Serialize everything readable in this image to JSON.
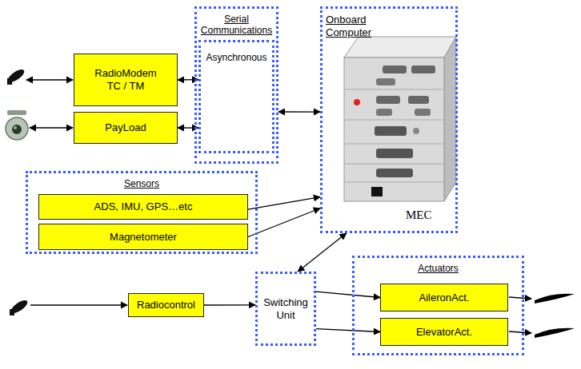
{
  "diagram": {
    "nodes": [
      {
        "text": [
          "Serial Communications"
        ]
      },
      {
        "text": [
          "Asynchronous"
        ],
        "in": 0
      },
      {
        "text": [
          "Onboard Computer",
          "MEC"
        ]
      },
      {
        "text": [
          "RadioModem TC / TM"
        ]
      },
      {
        "text": [
          "PayLoad"
        ]
      },
      {
        "text": [
          "Sensors"
        ]
      },
      {
        "text": [
          "ADS, IMU, GPS…etc"
        ],
        "in": 5
      },
      {
        "text": [
          "Magnetometer"
        ],
        "in": 5
      },
      {
        "text": [
          "Radiocontrol"
        ]
      },
      {
        "text": [
          "Switching Unit"
        ]
      },
      {
        "text": [
          "Actuators"
        ]
      },
      {
        "text": [
          "AileronAct."
        ],
        "in": 10
      },
      {
        "text": [
          "ElevatorAct."
        ],
        "in": 10
      }
    ],
    "edges": [
      {
        "from": 3,
        "to": 1,
        "arrow": "both"
      },
      {
        "from": 4,
        "to": 1,
        "arrow": "both"
      },
      {
        "from": 0,
        "to": 2,
        "arrow": "both"
      },
      {
        "from": 6,
        "to": 2,
        "arrow": "to"
      },
      {
        "from": 7,
        "to": 2,
        "arrow": "to"
      },
      {
        "from": 2,
        "to": 9,
        "arrow": "both"
      },
      {
        "from": 8,
        "to": 9,
        "arrow": "to"
      },
      {
        "from": 9,
        "to": 11,
        "arrow": "to"
      },
      {
        "from": 9,
        "to": 12,
        "arrow": "to"
      }
    ]
  }
}
